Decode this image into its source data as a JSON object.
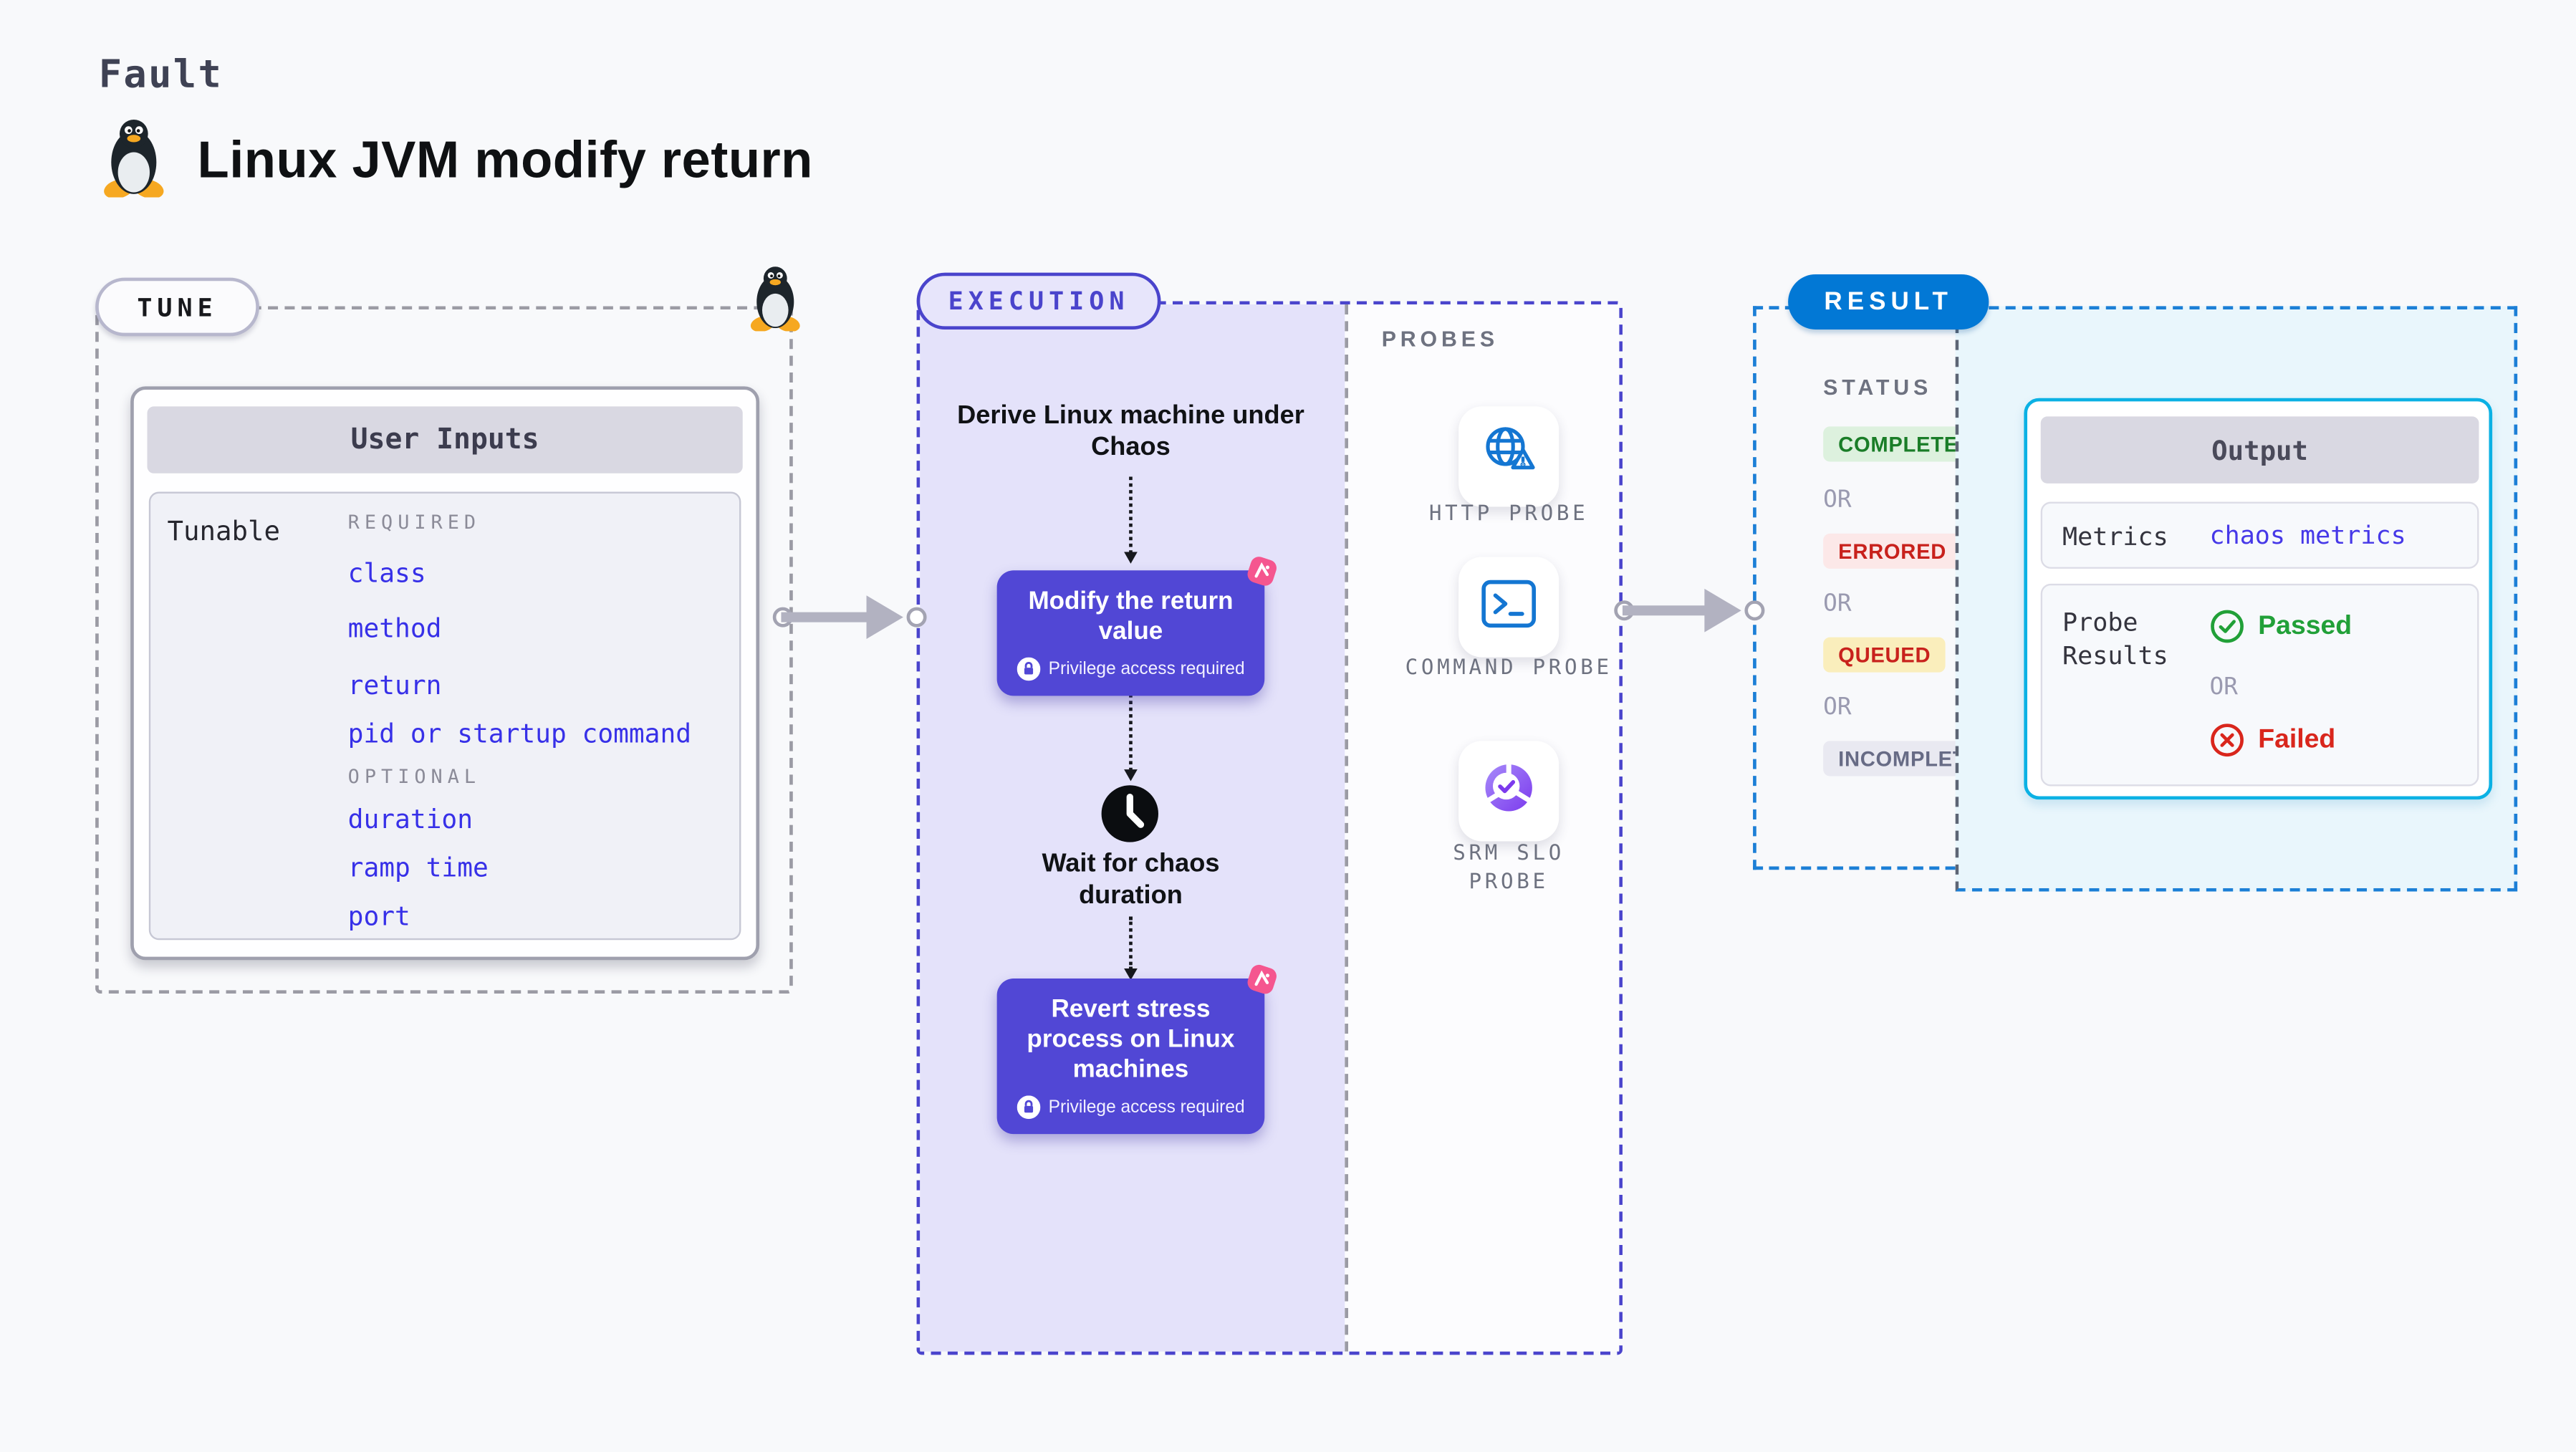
{
  "header": {
    "kicker": "Fault",
    "title": "Linux JVM modify return",
    "title_icon": "linux-tux-icon"
  },
  "tune": {
    "badge": "TUNE",
    "corner_icon": "linux-tux-icon",
    "panel_title": "User Inputs",
    "row_label": "Tunable",
    "required_label": "REQUIRED",
    "required_items": [
      "class",
      "method",
      "return",
      "pid or startup command"
    ],
    "optional_label": "OPTIONAL",
    "optional_items": [
      "duration",
      "ramp time",
      "port"
    ]
  },
  "execution": {
    "badge": "EXECUTION",
    "step_derive": "Derive Linux machine under Chaos",
    "step_modify": "Modify the return value",
    "step_wait": "Wait for chaos duration",
    "step_revert": "Revert stress process on Linux machines",
    "privilege_note": "Privilege access required",
    "node_icons": {
      "lock": "lock-icon",
      "chaos": "chaos-pinwheel-icon",
      "wait": "clock-icon"
    }
  },
  "probes": {
    "heading": "PROBES",
    "items": [
      {
        "label": "HTTP PROBE",
        "icon": "globe-warning-icon"
      },
      {
        "label": "COMMAND PROBE",
        "icon": "terminal-icon"
      },
      {
        "label": "SRM SLO PROBE",
        "icon": "slo-donut-check-icon"
      }
    ]
  },
  "result": {
    "badge": "RESULT",
    "status_heading": "STATUS",
    "or_label": "OR",
    "statuses": [
      {
        "label": "COMPLETED",
        "type": "success"
      },
      {
        "label": "ERRORED",
        "type": "error"
      },
      {
        "label": "QUEUED",
        "type": "warning"
      },
      {
        "label": "INCOMPLETED",
        "type": "muted"
      }
    ],
    "output": {
      "title": "Output",
      "metrics_label": "Metrics",
      "metrics_value": "chaos metrics",
      "probe_results_label": "Probe Results",
      "passed_label": "Passed",
      "or_label": "OR",
      "failed_label": "Failed",
      "icons": {
        "passed": "check-circle-icon",
        "failed": "x-circle-icon"
      }
    }
  },
  "colors": {
    "page_bg": "#f8f9fb",
    "node_purple": "#5147d5",
    "link_blue": "#3730e8",
    "exec_border": "#4a44cc",
    "result_pill_blue": "#0278d5",
    "result_dash_blue": "#1c7fd6",
    "output_border_cyan": "#0bb1e4",
    "chaos_pink": "#f5568f",
    "success_green": "#1a7d28",
    "fail_red": "#d9261c",
    "lavender_fill": "#e4e2fa",
    "cyan_fill": "#e9f6fc"
  }
}
